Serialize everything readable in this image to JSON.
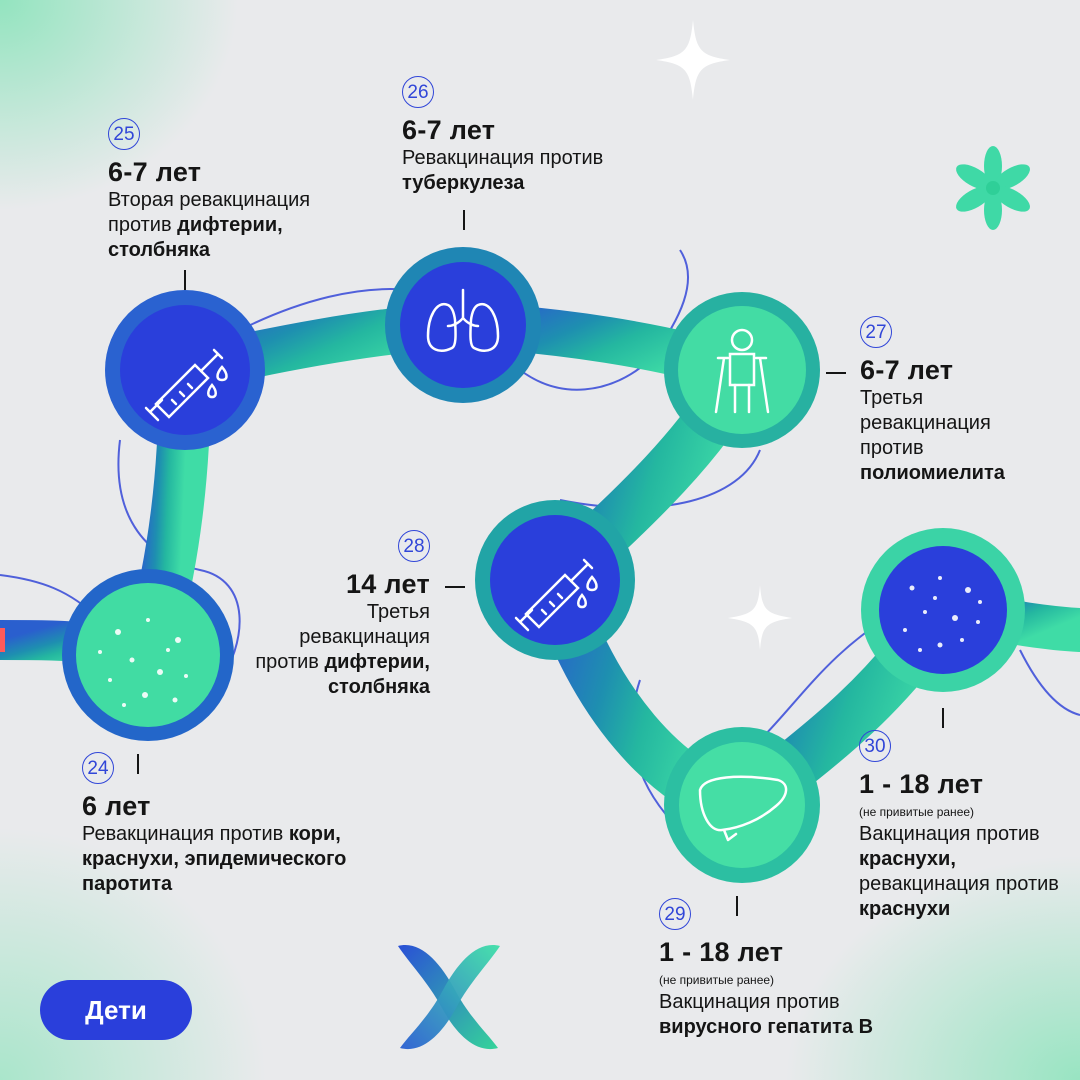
{
  "category_button": "Дети",
  "colors": {
    "blue": "#2a3fdb",
    "teal": "#1c9a9e",
    "green": "#3fd9a6",
    "ink": "#151515"
  },
  "steps": {
    "s24": {
      "number": "24",
      "age": "6 лет",
      "desc_plain": "Ревакцинация против",
      "desc_bold": "кори, краснухи, эпидемического паротита",
      "icon": "virus-particles-icon"
    },
    "s25": {
      "number": "25",
      "age": "6-7 лет",
      "desc_plain": "Вторая ревакцинация против",
      "desc_bold": "дифтерии, столбняка",
      "icon": "syringe-icon"
    },
    "s26": {
      "number": "26",
      "age": "6-7 лет",
      "desc_plain": "Ревакцинация против",
      "desc_bold": "туберкулеза",
      "icon": "lungs-icon"
    },
    "s27": {
      "number": "27",
      "age": "6-7 лет",
      "desc_plain": "Третья ревакцинация против",
      "desc_bold": "полиомиелита",
      "icon": "child-crutches-icon"
    },
    "s28": {
      "number": "28",
      "age": "14 лет",
      "desc_plain": "Третья ревакцинация против",
      "desc_bold": "дифтерии, столбняка",
      "icon": "syringe-icon"
    },
    "s29": {
      "number": "29",
      "age": "1 - 18 лет",
      "note": "(не привитые ранее)",
      "desc_plain": "Вакцинация против",
      "desc_bold": "вирусного гепатита В",
      "icon": "liver-icon"
    },
    "s30": {
      "number": "30",
      "age": "1 - 18 лет",
      "note": "(не привитые ранее)",
      "desc_plain1": "Вакцинация против",
      "desc_bold1": "краснухи,",
      "desc_plain2": "ревакцинация против",
      "desc_bold2": "краснухи",
      "icon": "virus-particles-icon"
    }
  }
}
